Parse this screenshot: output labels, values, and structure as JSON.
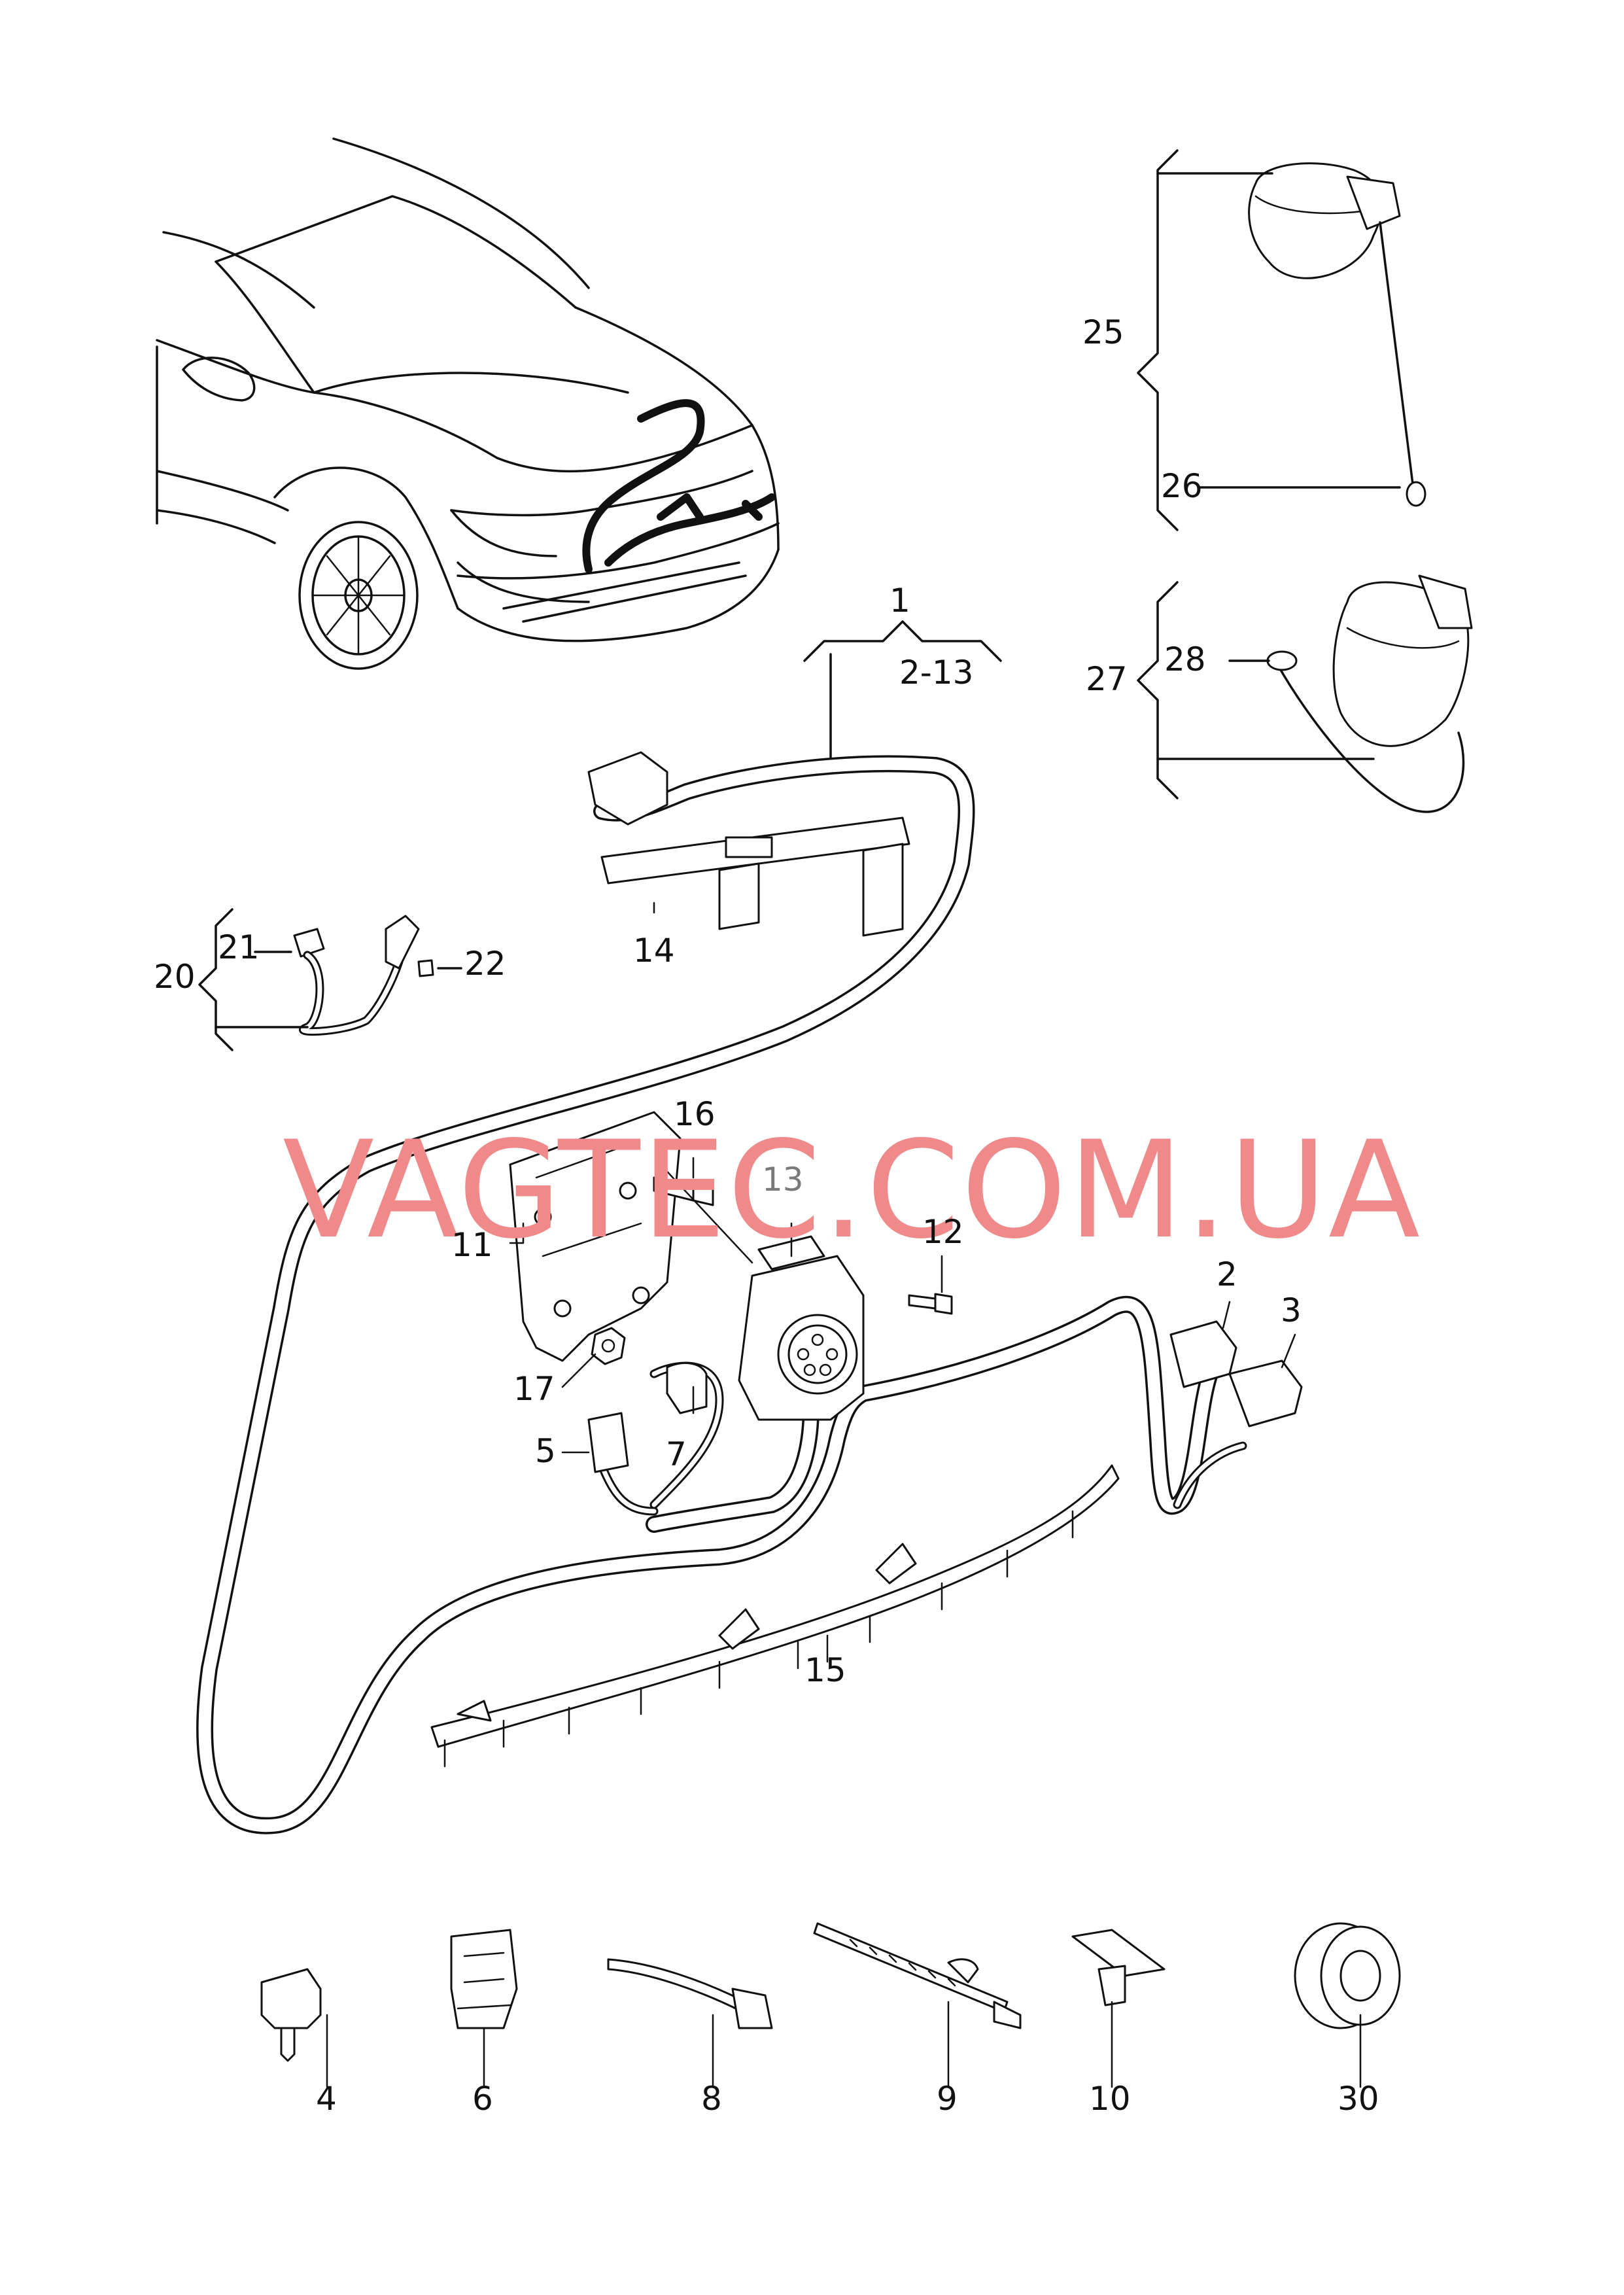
{
  "watermark": {
    "text": "VAGTEC.COM.UA",
    "color": "#f08a8a"
  },
  "callouts": {
    "c1": "1",
    "c2_13": "2-13",
    "c2": "2",
    "c3": "3",
    "c4": "4",
    "c5": "5",
    "c6": "6",
    "c7": "7",
    "c8": "8",
    "c9": "9",
    "c10": "10",
    "c11": "11",
    "c12": "12",
    "c13": "13",
    "c14": "14",
    "c15": "15",
    "c16": "16",
    "c17": "17",
    "c20": "20",
    "c21": "21",
    "c22": "22",
    "c25": "25",
    "c26": "26",
    "c27": "27",
    "c28": "28",
    "c30": "30"
  }
}
